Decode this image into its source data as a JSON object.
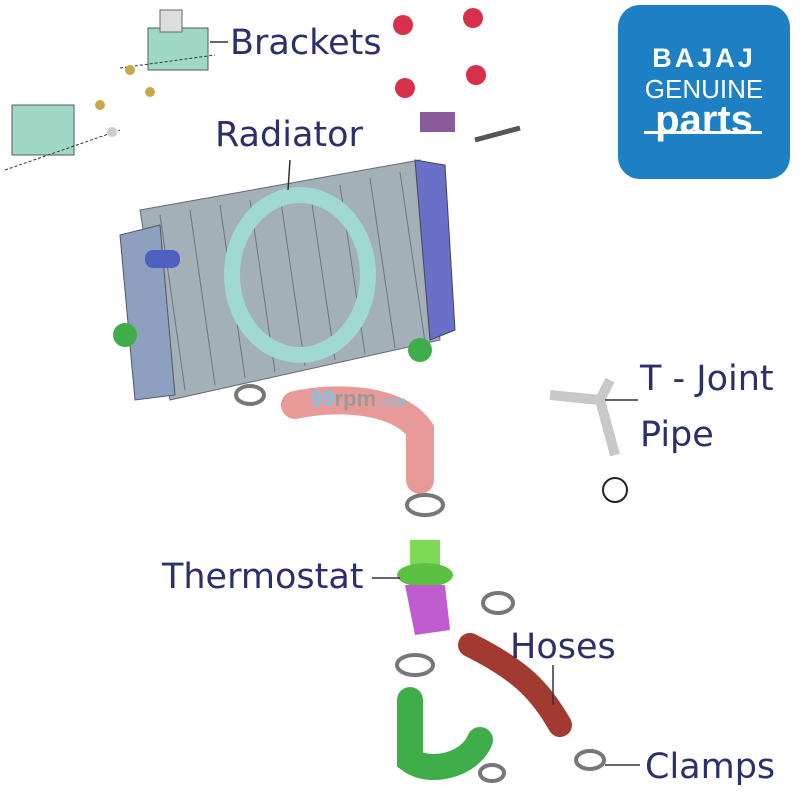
{
  "labels": {
    "brackets": "Brackets",
    "radiator": "Radiator",
    "t_joint_line1": "T - Joint",
    "t_joint_line2": "Pipe",
    "thermostat": "Thermostat",
    "hoses": "Hoses",
    "clamps": "Clamps"
  },
  "logo": {
    "brand": "BAJAJ",
    "line2": "GENUINE",
    "line3": "parts",
    "color": "#1d7fc4"
  },
  "watermark": {
    "part1": "99",
    "part2": "rpm",
    "part3": ".com"
  },
  "colors": {
    "label_text": "#2b2f6b",
    "radiator": "#8a9aa8",
    "upper_hose": "#e89a98",
    "lower_hose": "#3fae4a",
    "right_hose": "#a33a32",
    "thermostat_top": "#7ed957",
    "thermostat_body": "#c05cd0"
  }
}
